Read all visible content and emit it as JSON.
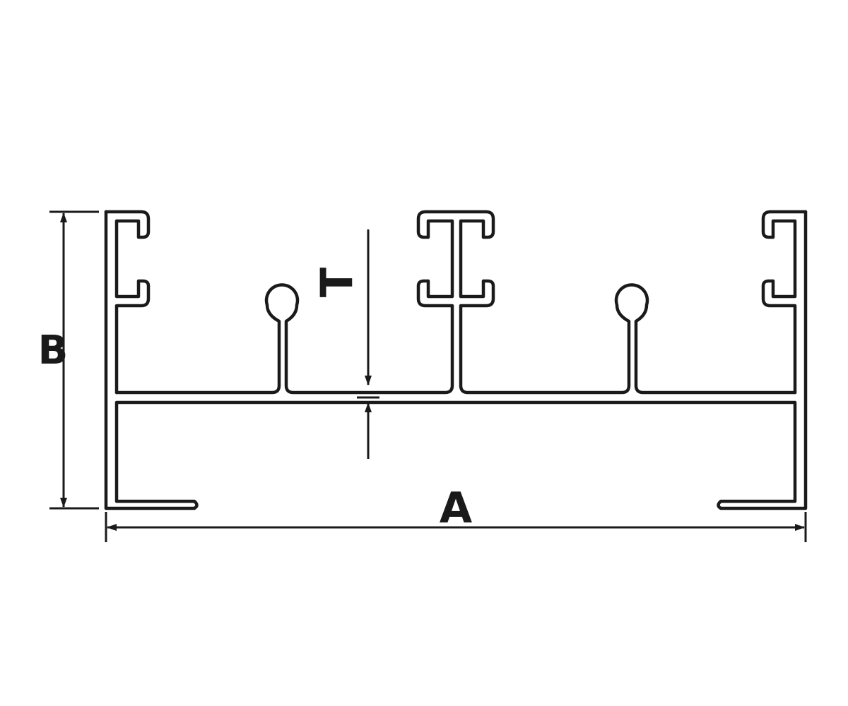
{
  "diagram": {
    "labels": {
      "width": "A",
      "height": "B",
      "thickness": "T"
    },
    "colors": {
      "stroke": "#1a1a1a",
      "fill": "#ffffff"
    }
  }
}
